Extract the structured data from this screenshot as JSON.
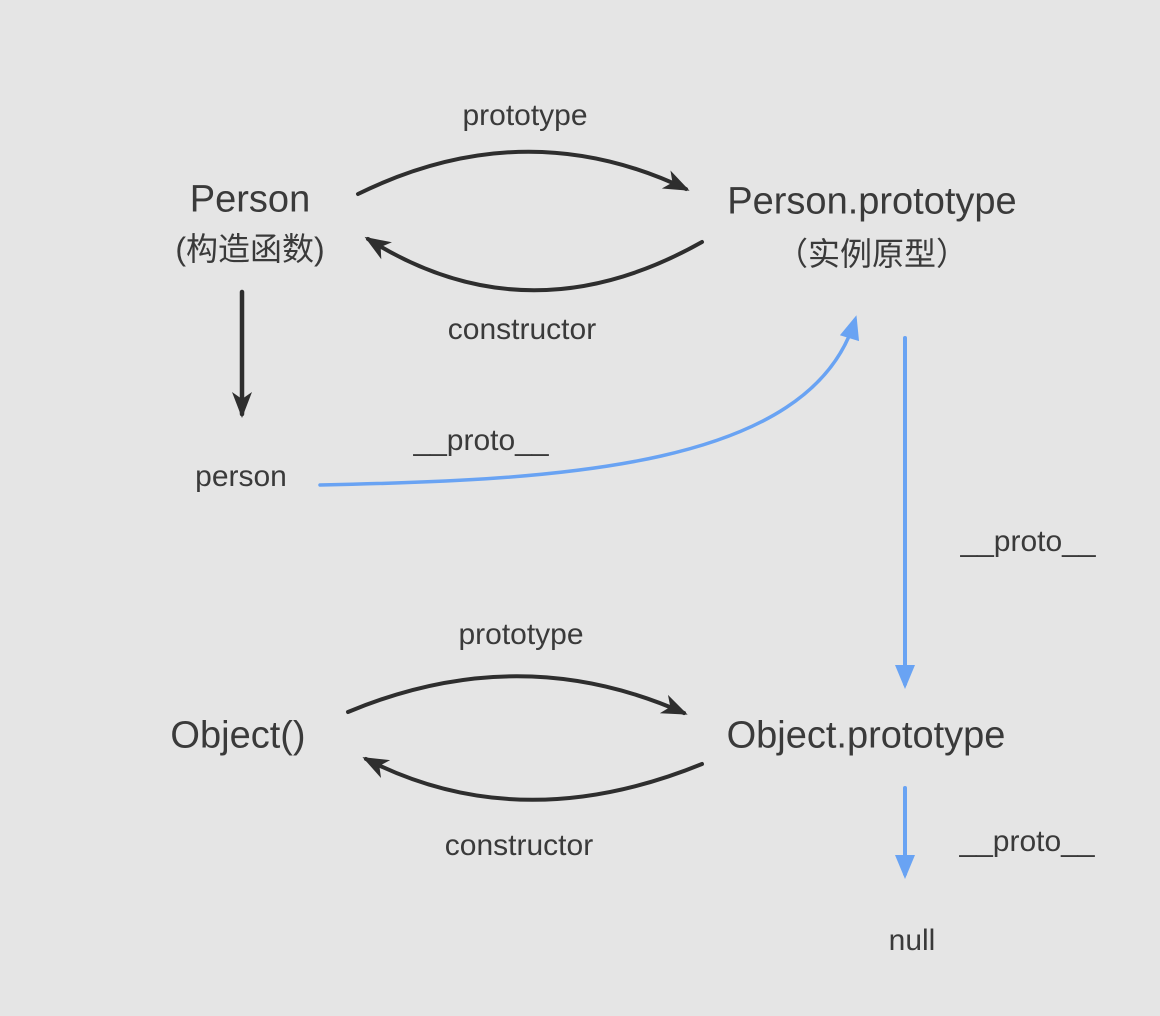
{
  "diagram": {
    "type": "prototype-chain-diagram",
    "colors": {
      "background": "#e5e5e5",
      "text": "#3a3a3a",
      "black_arrow": "#2e2e2e",
      "blue_arrow": "#69a3f3"
    },
    "nodes": {
      "person_constructor": {
        "title": "Person",
        "subtitle": "(构造函数)"
      },
      "person_prototype": {
        "title": "Person.prototype",
        "subtitle": "（实例原型）"
      },
      "person_instance": {
        "label": "person"
      },
      "object_constructor": {
        "label": "Object()"
      },
      "object_prototype": {
        "label": "Object.prototype"
      },
      "null_node": {
        "label": "null"
      }
    },
    "edge_labels": {
      "prototype_top": "prototype",
      "constructor_top": "constructor",
      "proto_person_to_prototype": "__proto__",
      "proto_prototype_to_object": "__proto__",
      "prototype_bottom": "prototype",
      "constructor_bottom": "constructor",
      "proto_object_to_null": "__proto__"
    }
  }
}
